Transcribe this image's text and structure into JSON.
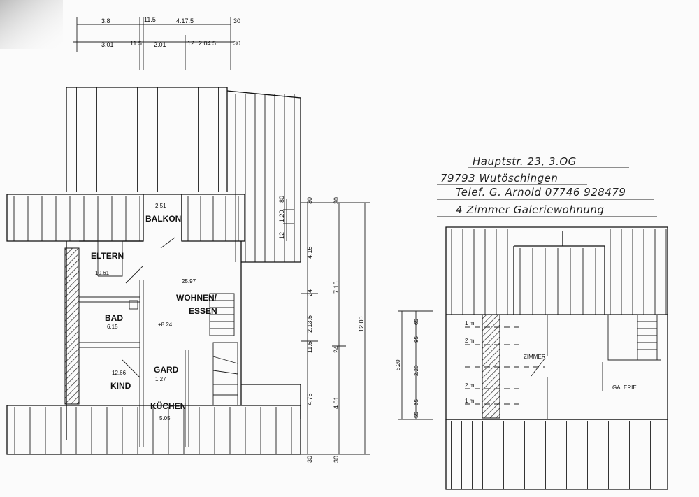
{
  "header_note": {
    "lines": [
      "Hauptstr. 23,    3.OG",
      "79793 Wutöschingen",
      "Telef. G. Arnold 07746 928479",
      "4 Zimmer Galeriewohnung"
    ]
  },
  "main_floor": {
    "rooms": {
      "balkon": {
        "name": "BALKON",
        "area": "2.51"
      },
      "eltern": {
        "name": "ELTERN",
        "area": "10.61"
      },
      "wohnen": {
        "name": "WOHNEN/",
        "name2": "ESSEN",
        "area": "25.97"
      },
      "bad": {
        "name": "BAD",
        "area": "6.15"
      },
      "kind": {
        "name": "KIND",
        "area": "12.66"
      },
      "gard": {
        "name": "GARD",
        "area": "1.27"
      },
      "kuechen": {
        "name": "KÜCHEN",
        "area": "5.05"
      }
    },
    "level_mark": "+8.24",
    "dims_top_row1": [
      "3.8",
      "11.5",
      "4.17.5",
      "30"
    ],
    "dims_top_row2": [
      "3.01",
      "11.5",
      "2.01",
      "12",
      "2.04.5",
      "30"
    ],
    "dims_side_small": [
      "80",
      "1.20",
      "12"
    ],
    "dims_right_col1": [
      "30",
      "4.15",
      "24",
      "2.13.5",
      "11.5",
      "4.76",
      "30"
    ],
    "dims_right_col2": [
      "30",
      "7.15",
      "24",
      "4.01",
      "30"
    ],
    "dims_total": "12.00"
  },
  "gallery_floor": {
    "rooms": {
      "zimmer": "ZIMMER",
      "galerie": "GALERIE"
    },
    "height_marks": [
      "1 m",
      "2 m",
      "2 m",
      "1 m"
    ],
    "dims_side": [
      "65",
      "95",
      "2.20",
      "65",
      "55"
    ],
    "dims_total": "5.20"
  }
}
